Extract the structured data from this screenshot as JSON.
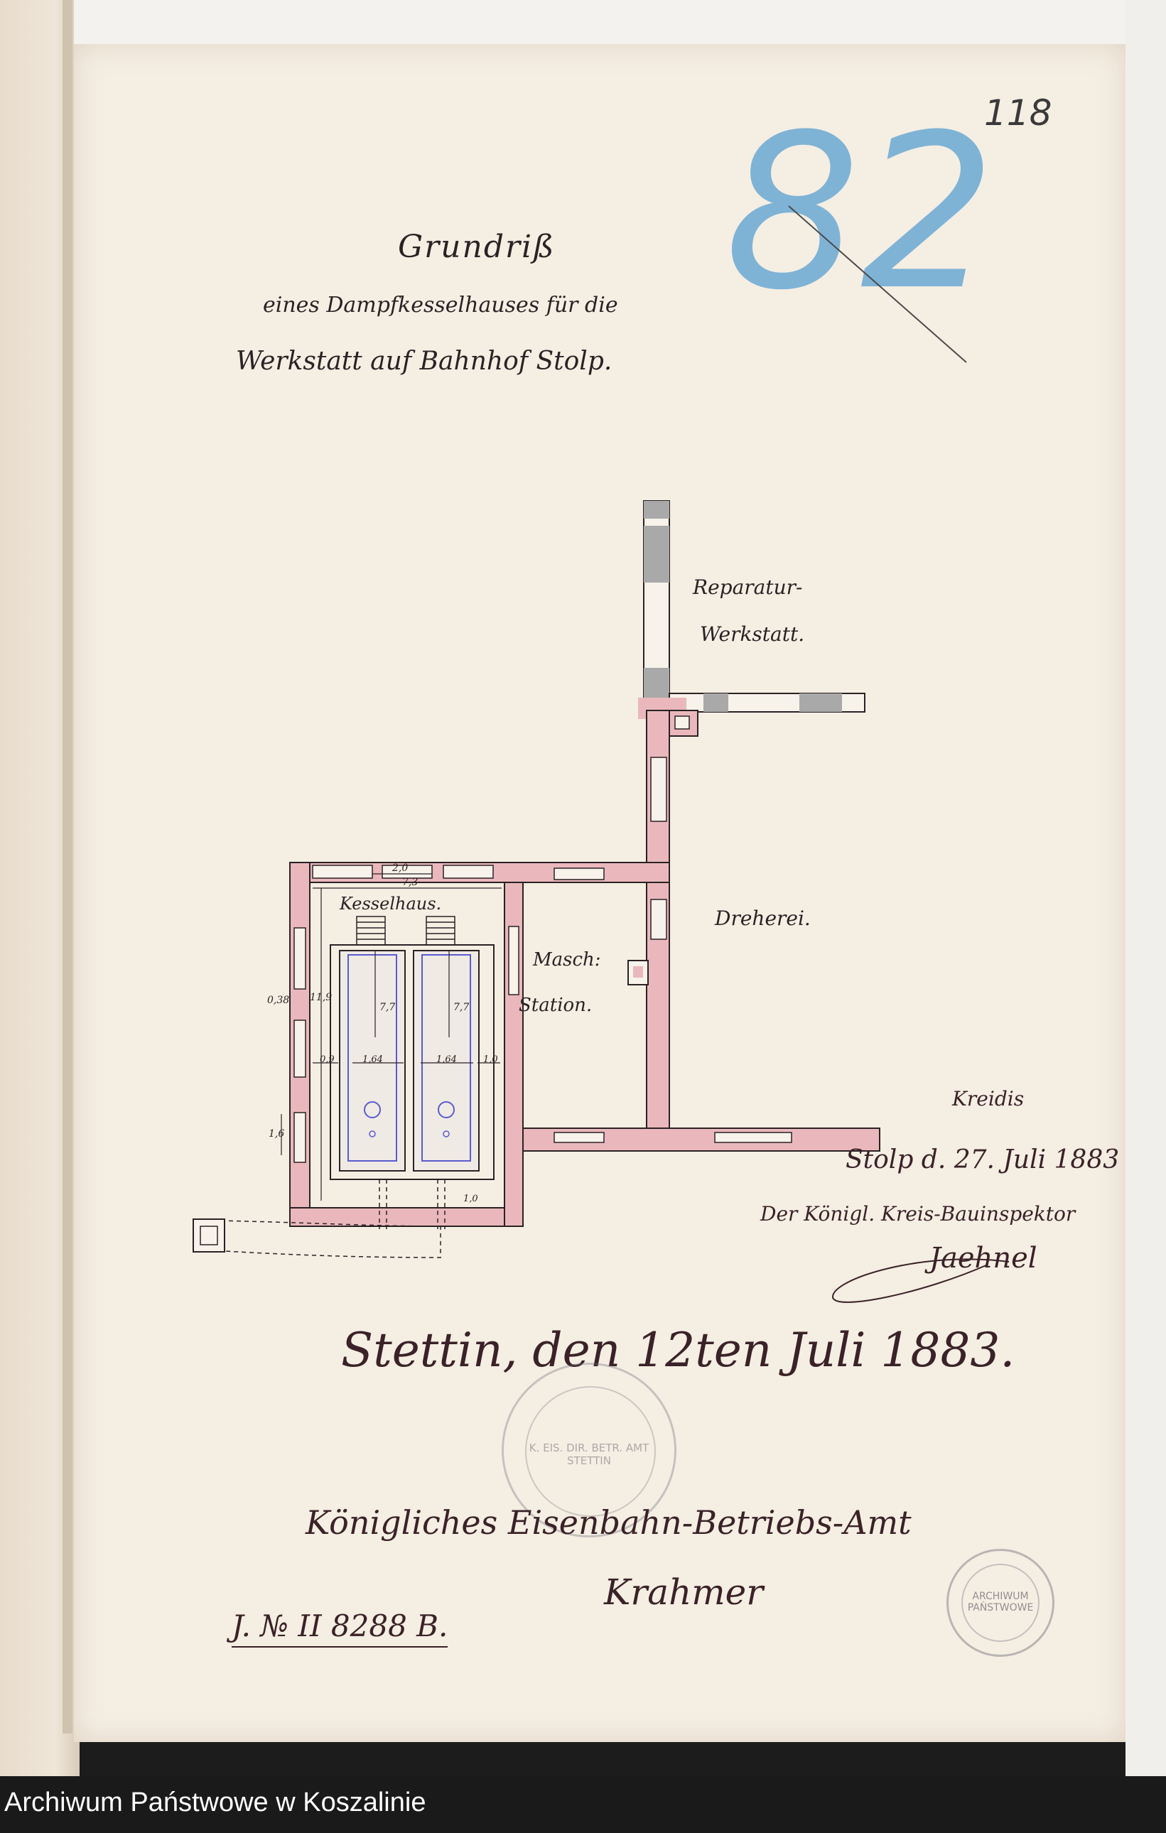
{
  "document": {
    "folio_number": "118",
    "blue_number": "82",
    "title": "Grundriß",
    "subtitle_line1": "eines Dampfkesselhauses für die",
    "subtitle_line2": "Werkstatt auf Bahnhof Stolp.",
    "place_date": "Stettin, den 12ten Juli 1883.",
    "approval_line1": "Kreidis",
    "approval_line2": "Stolp d. 27. Juli 1883",
    "approval_line3": "Der Königl. Kreis-Bauinspektor",
    "approval_signature": "Jaehnel",
    "authority": "Königliches Eisenbahn-Betriebs-Amt",
    "signer": "Krahmer",
    "reference": "J. № II 8288 B.",
    "stamp_text": "K. EIS. DIR. BETR. AMT STETTIN",
    "archive_stamp_text": "ARCHIWUM PAŃSTWOWE"
  },
  "plan": {
    "rooms": {
      "reparatur_line1": "Reparatur-",
      "reparatur_line2": "Werkstatt.",
      "dreherei": "Dreherei.",
      "masch_line1": "Masch:",
      "masch_line2": "Station.",
      "kesselhaus": "Kesselhaus."
    },
    "dimensions": {
      "d_2_0": "2,0",
      "d_7_3": "7,3",
      "d_11_9": "11,9",
      "d_0_38": "0,38",
      "d_1_6": "1,6",
      "d_7_7a": "7,7",
      "d_7_7b": "7,7",
      "d_0_9": "0,9",
      "d_1_64a": "1,64",
      "d_1_64b": "1,64",
      "d_1_0a": "1,0",
      "d_1_0b": "1,0"
    }
  },
  "footer": {
    "label": "Archiwum Państwowe w Koszalinie"
  },
  "colors": {
    "paper": "#f5eee3",
    "ink": "#2a2224",
    "wall_pink": "#eab8bc",
    "wall_grey": "#a9a9a9",
    "boiler_blue": "#5b5bd0",
    "blue_pencil": "#6aa9d4"
  }
}
